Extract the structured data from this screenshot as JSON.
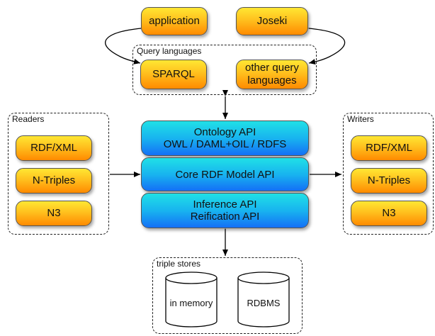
{
  "top_boxes": {
    "application": "application",
    "joseki": "Joseki"
  },
  "query_languages": {
    "label": "Query languages",
    "sparql": "SPARQL",
    "other_line1": "other query",
    "other_line2": "languages"
  },
  "readers": {
    "label": "Readers",
    "items": [
      "RDF/XML",
      "N-Triples",
      "N3"
    ]
  },
  "writers": {
    "label": "Writers",
    "items": [
      "RDF/XML",
      "N-Triples",
      "N3"
    ]
  },
  "core_stack": {
    "ontology_line1": "Ontology API",
    "ontology_line2": "OWL / DAML+OIL / RDFS",
    "core_model": "Core RDF Model API",
    "inference_line1": "Inference API",
    "inference_line2": "Reification API"
  },
  "triple_stores": {
    "label": "triple stores",
    "in_memory": "in memory",
    "rdbms": "RDBMS"
  },
  "colors": {
    "orange_top": "#ffe733",
    "orange_bottom": "#ff8a00",
    "blue_top": "#20e0e6",
    "blue_bottom": "#1470f6"
  }
}
